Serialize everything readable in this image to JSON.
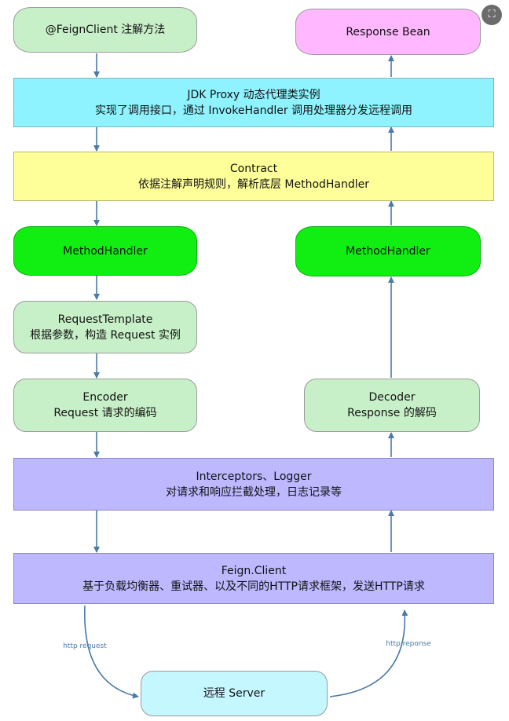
{
  "nodes": {
    "feign_client_annotation": "@FeignClient 注解方法",
    "response_bean": "Response Bean",
    "jdk_proxy": {
      "line1": "JDK Proxy 动态代理类实例",
      "line2": "实现了调用接口，通过 InvokeHandler 调用处理器分发远程调用"
    },
    "contract": {
      "line1": "Contract",
      "line2": "依据注解声明规则，解析底层 MethodHandler"
    },
    "method_handler_left": "MethodHandler",
    "method_handler_right": "MethodHandler",
    "request_template": {
      "line1": "RequestTemplate",
      "line2": "根据参数，构造 Request 实例"
    },
    "encoder": {
      "line1": "Encoder",
      "line2": "Request 请求的编码"
    },
    "decoder": {
      "line1": "Decoder",
      "line2": "Response 的解码"
    },
    "interceptors": {
      "line1": "Interceptors、Logger",
      "line2": "对请求和响应拦截处理，日志记录等"
    },
    "feign_client": {
      "line1": "Feign.Client",
      "line2": "基于负载均衡器、重试器、以及不同的HTTP请求框架，发送HTTP请求"
    },
    "remote_server": "远程 Server"
  },
  "edge_labels": {
    "http_request": "http request",
    "http_response": "http reponse"
  },
  "colors": {
    "light_green": "#c8f0c8",
    "bright_green": "#11ee11",
    "pink": "#ffb8ff",
    "cyan": "#8ef3ff",
    "yellow": "#ffff99",
    "purple": "#bdb8ff",
    "server": "#c4f7ff",
    "arrow": "#4a7aa8"
  },
  "icons": {
    "corner": "expand-icon"
  }
}
